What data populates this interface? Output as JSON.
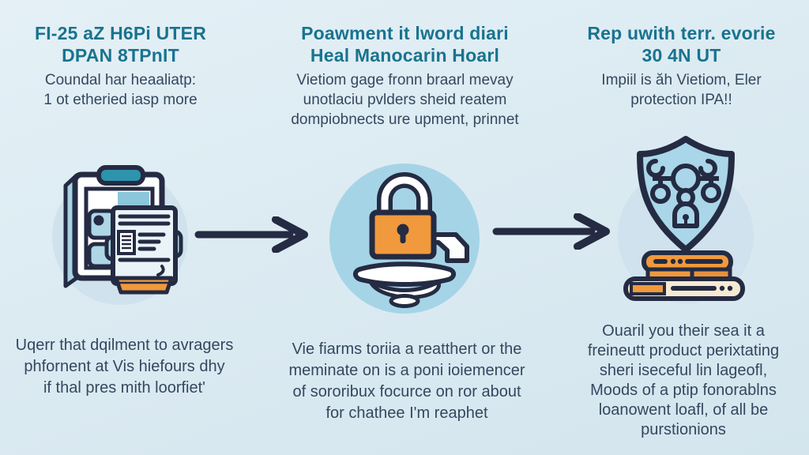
{
  "figure": {
    "type": "three-step process infographic",
    "background_color": "#dcebf2"
  },
  "colors": {
    "title_teal": "#19738f",
    "body_text": "#35475f",
    "outline_navy": "#242b42",
    "accent_orange": "#f0993d",
    "circle_sky_blue": "#a6d4e7",
    "circle_pale_blue": "#cfe2ed",
    "clip_teal": "#2e93ad",
    "fill_light_blue": "#aed6e6",
    "book_cream": "#f6ead3"
  },
  "steps": [
    {
      "title_lines": [
        "FI-25 aZ H6Pi UTER",
        "DPAN 8TPnIT"
      ],
      "subtitle_lines": [
        "Coundal har heaaliatp:",
        "1 ot etheried iasp more"
      ],
      "icon": "clipboard-document-icon",
      "caption_lines": [
        "Uqerr that dqilment to avragers",
        "phfornent at Vis hiefours dhy",
        "if thal pres mith loorfiet'"
      ]
    },
    {
      "title_lines": [
        "Poawment it lword diari",
        "Heal Manocarin Hoarl"
      ],
      "subtitle_lines": [
        "Vietiom gage fronn braarl mevay",
        "unotlaciu pvlders sheid reatem",
        "dompiobnects ure upment, prinnet"
      ],
      "icon": "padlock-icon",
      "caption_lines": [
        "Vie fiarms toriia a reatthert or the",
        "meminate on is a poni ioiemencer",
        "of sororibux focurce on ror about",
        "for chathee I'm reaphet"
      ]
    },
    {
      "title_lines": [
        "Rep uwith terr. evorie",
        "30 4N UT"
      ],
      "subtitle_lines": [
        "Impiil is ăh Vietiom, Eler",
        "protection IPA!!"
      ],
      "icon": "shield-network-books-icon",
      "caption_lines": [
        "Ouaril you their sea it a",
        "freineutt product perixtating",
        "sheri iseceful lin lageofl,",
        "Moods of a ptip fonorablns",
        "loanowent loafl, of all be",
        "purstionions"
      ]
    }
  ],
  "arrows": [
    {
      "name": "arrow-1",
      "direction": "right"
    },
    {
      "name": "arrow-2",
      "direction": "right"
    }
  ]
}
